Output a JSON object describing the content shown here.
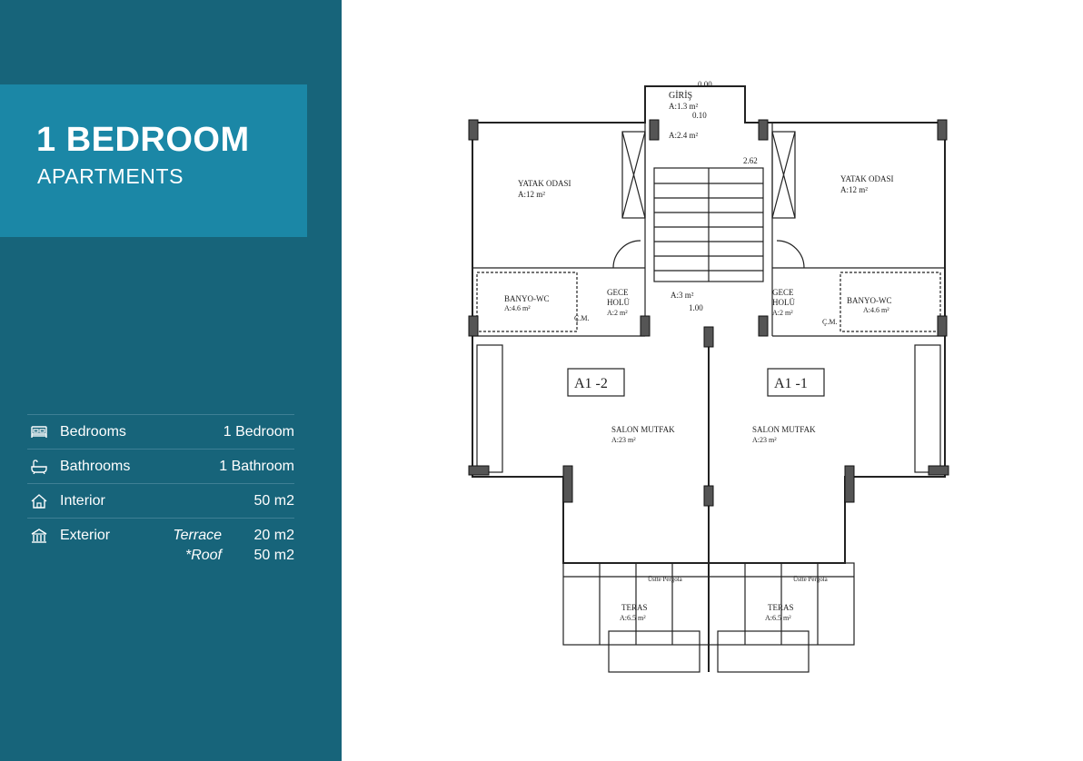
{
  "header": {
    "title": "1 BEDROOM",
    "subtitle": "APARTMENTS"
  },
  "specs": {
    "bedrooms": {
      "label": "Bedrooms",
      "value": "1 Bedroom",
      "icon": "bed-icon"
    },
    "bathrooms": {
      "label": "Bathrooms",
      "value": "1 Bathroom",
      "icon": "bathtub-icon"
    },
    "interior": {
      "label": "Interior",
      "value": "50 m2",
      "icon": "house-icon"
    },
    "exterior": {
      "label": "Exterior",
      "icon": "building-icon",
      "terrace_label": "Terrace",
      "terrace_value": "20 m2",
      "roof_label": "*Roof",
      "roof_value": "50 m2"
    }
  },
  "plan": {
    "entrance": "GİRİŞ",
    "entrance_area": "A:1.3 m²",
    "hall_area": "A:2.4 m²",
    "stair_hall_area": "A:3 m²",
    "level_000": "0.00",
    "level_010": "0.10",
    "level_100": "1.00",
    "level_262": "2.62",
    "bedroom": "YATAK ODASI",
    "bedroom_area": "A:12 m²",
    "bathroom": "BANYO-WC",
    "bathroom_area": "A:4.6 m²",
    "night_hall_1": "GECE",
    "night_hall_2": "HOLÜ",
    "night_hall_area": "A:2 m²",
    "closet": "Ç.M.",
    "living_kitchen": "SALON MUTFAK",
    "living_area": "A:23 m²",
    "terrace": "TERAS",
    "terrace_area": "A:6.5 m²",
    "pergola": "Üstte Pergola",
    "unit_left": "A1 -2",
    "unit_right": "A1 -1"
  }
}
